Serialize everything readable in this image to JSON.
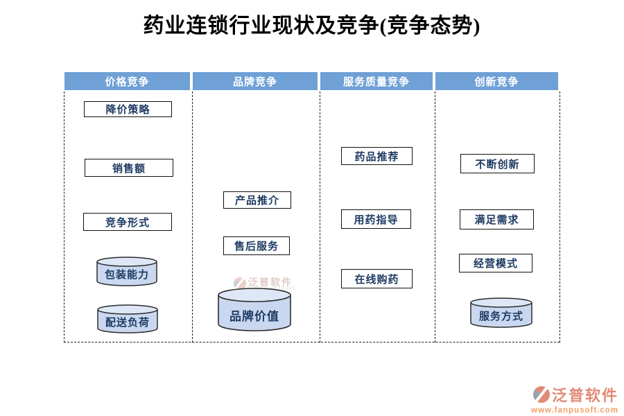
{
  "title": "药业连锁行业现状及竞争(竞争态势)",
  "lanes": [
    {
      "header": "价格竞争",
      "items": [
        {
          "label": "降价策略",
          "shape": "box"
        },
        {
          "label": "销售额",
          "shape": "box"
        },
        {
          "label": "竞争形式",
          "shape": "box"
        },
        {
          "label": "包装能力",
          "shape": "cylinder"
        },
        {
          "label": "配送负荷",
          "shape": "cylinder"
        }
      ]
    },
    {
      "header": "品牌竞争",
      "items": [
        {
          "label": "产品推介",
          "shape": "box"
        },
        {
          "label": "售后服务",
          "shape": "box"
        },
        {
          "label": "品牌价值",
          "shape": "cylinder"
        }
      ]
    },
    {
      "header": "服务质量竞争",
      "items": [
        {
          "label": "药品推荐",
          "shape": "box"
        },
        {
          "label": "用药指导",
          "shape": "box"
        },
        {
          "label": "在线购药",
          "shape": "box"
        }
      ]
    },
    {
      "header": "创新竞争",
      "items": [
        {
          "label": "不断创新",
          "shape": "box"
        },
        {
          "label": "满足需求",
          "shape": "box"
        },
        {
          "label": "经营模式",
          "shape": "box"
        },
        {
          "label": "服务方式",
          "shape": "cylinder"
        }
      ]
    }
  ],
  "watermark": {
    "name": "泛普软件",
    "subtext": "FANPU SOFTWARE"
  },
  "logo": {
    "name": "泛普软件",
    "url": "www.fanpusoft.com"
  },
  "colors": {
    "header_blue": "#6FA0D6",
    "cylinder_fill": "#C9D8F0",
    "cylinder_top": "#DDE7F6",
    "node_text": "#1F3B63",
    "logo_name": "#E18A76",
    "logo_url": "#F0A066"
  }
}
